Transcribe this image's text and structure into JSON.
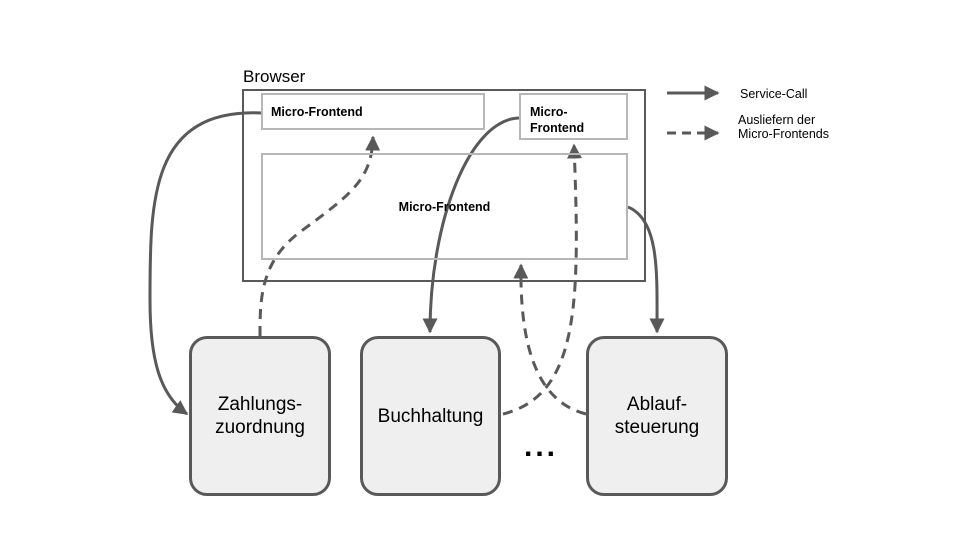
{
  "browser": {
    "label": "Browser",
    "micro_frontends": [
      {
        "label": "Micro-Frontend"
      },
      {
        "label": "Micro-\nFrontend"
      },
      {
        "label": "Micro-Frontend"
      }
    ]
  },
  "services": [
    {
      "label": "Zahlungs-\nzuordnung"
    },
    {
      "label": "Buchhaltung"
    },
    {
      "label": "Ablauf-\nsteuerung"
    }
  ],
  "ellipsis": "...",
  "legend": {
    "service_call": "Service-Call",
    "delivery": "Ausliefern der\nMicro-Frontends"
  },
  "colors": {
    "line": "#595959",
    "service_fill": "#efefef",
    "micro_frontend_border": "#b7b7b7"
  }
}
